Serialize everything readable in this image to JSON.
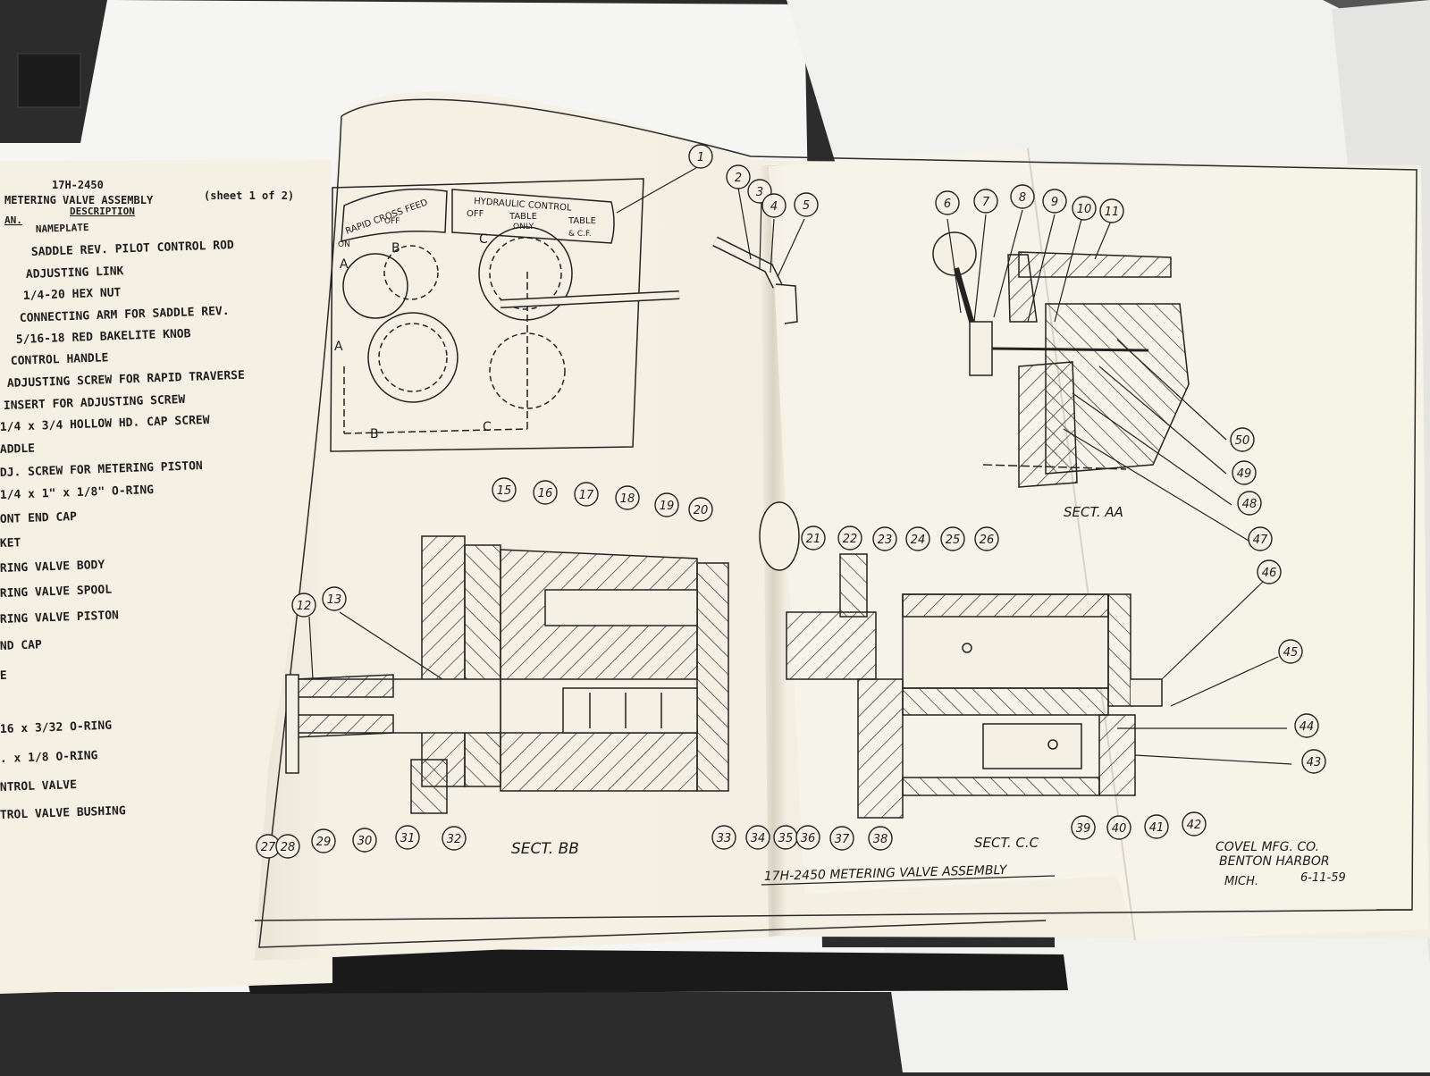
{
  "parts_list": {
    "drawing_no": "17H-2450",
    "title": "METERING VALVE ASSEMBLY",
    "sheet": "(sheet 1 of 2)",
    "col_quan": "AN.",
    "col_description": "DESCRIPTION",
    "items": [
      "NAMEPLATE",
      "SADDLE REV. PILOT CONTROL ROD",
      "ADJUSTING LINK",
      "1/4-20 HEX NUT",
      "CONNECTING ARM FOR SADDLE REV.",
      "5/16-18 RED BAKELITE KNOB",
      "CONTROL HANDLE",
      "ADJUSTING SCREW FOR RAPID TRAVERSE",
      "INSERT FOR ADJUSTING SCREW",
      "1/4 x 3/4 HOLLOW HD. CAP SCREW",
      "ADDLE",
      "DJ. SCREW FOR METERING PISTON",
      "1/4 x 1\" x 1/8\" O-RING",
      "ONT END CAP",
      "KET",
      "RING VALVE BODY",
      "RING VALVE SPOOL",
      "RING VALVE PISTON",
      "ND CAP",
      "E",
      "16 x 3/32  O-RING",
      ". x 1/8  O-RING",
      "NTROL VALVE",
      "TROL VALVE BUSHING"
    ]
  },
  "drawing": {
    "nameplate_text": {
      "left_title": "RAPID CROSS FEED",
      "left_on": "ON",
      "left_off": "OFF",
      "right_title": "HYDRAULIC CONTROL",
      "right_off": "OFF",
      "right_table": "TABLE",
      "right_table_cf": "TABLE",
      "right_only": "ONLY",
      "right_cf": "& C.F."
    },
    "section_letters": [
      "A",
      "B",
      "C",
      "A",
      "B",
      "C"
    ],
    "callouts_top": [
      "1",
      "2",
      "3",
      "4",
      "5",
      "6",
      "7",
      "8",
      "9",
      "10",
      "11"
    ],
    "callouts_mid": [
      "15",
      "16",
      "17",
      "18",
      "19",
      "20",
      "21",
      "22",
      "23",
      "24",
      "25",
      "26"
    ],
    "callouts_left": [
      "12",
      "13"
    ],
    "callouts_right": [
      "50",
      "49",
      "48",
      "47",
      "46",
      "45",
      "44",
      "43"
    ],
    "callouts_bottom": [
      "27",
      "28",
      "29",
      "30",
      "31",
      "32",
      "33",
      "34",
      "35",
      "36",
      "37",
      "38",
      "39",
      "40",
      "41",
      "42"
    ],
    "sect_aa": "SECT. AA",
    "sect_bb": "SECT. BB",
    "sect_cc": "SECT. C.C",
    "title_block": "17H-2450  METERING VALVE ASSEMBLY",
    "company": "COVEL MFG. CO.",
    "city": "BENTON HARBOR",
    "state": "MICH.",
    "date": "6-11-59"
  },
  "colors": {
    "background": "#2b2b2b",
    "desk_paper": "#f4f4f2",
    "page": "#f3efe3",
    "ink": "#1b1b1b"
  }
}
